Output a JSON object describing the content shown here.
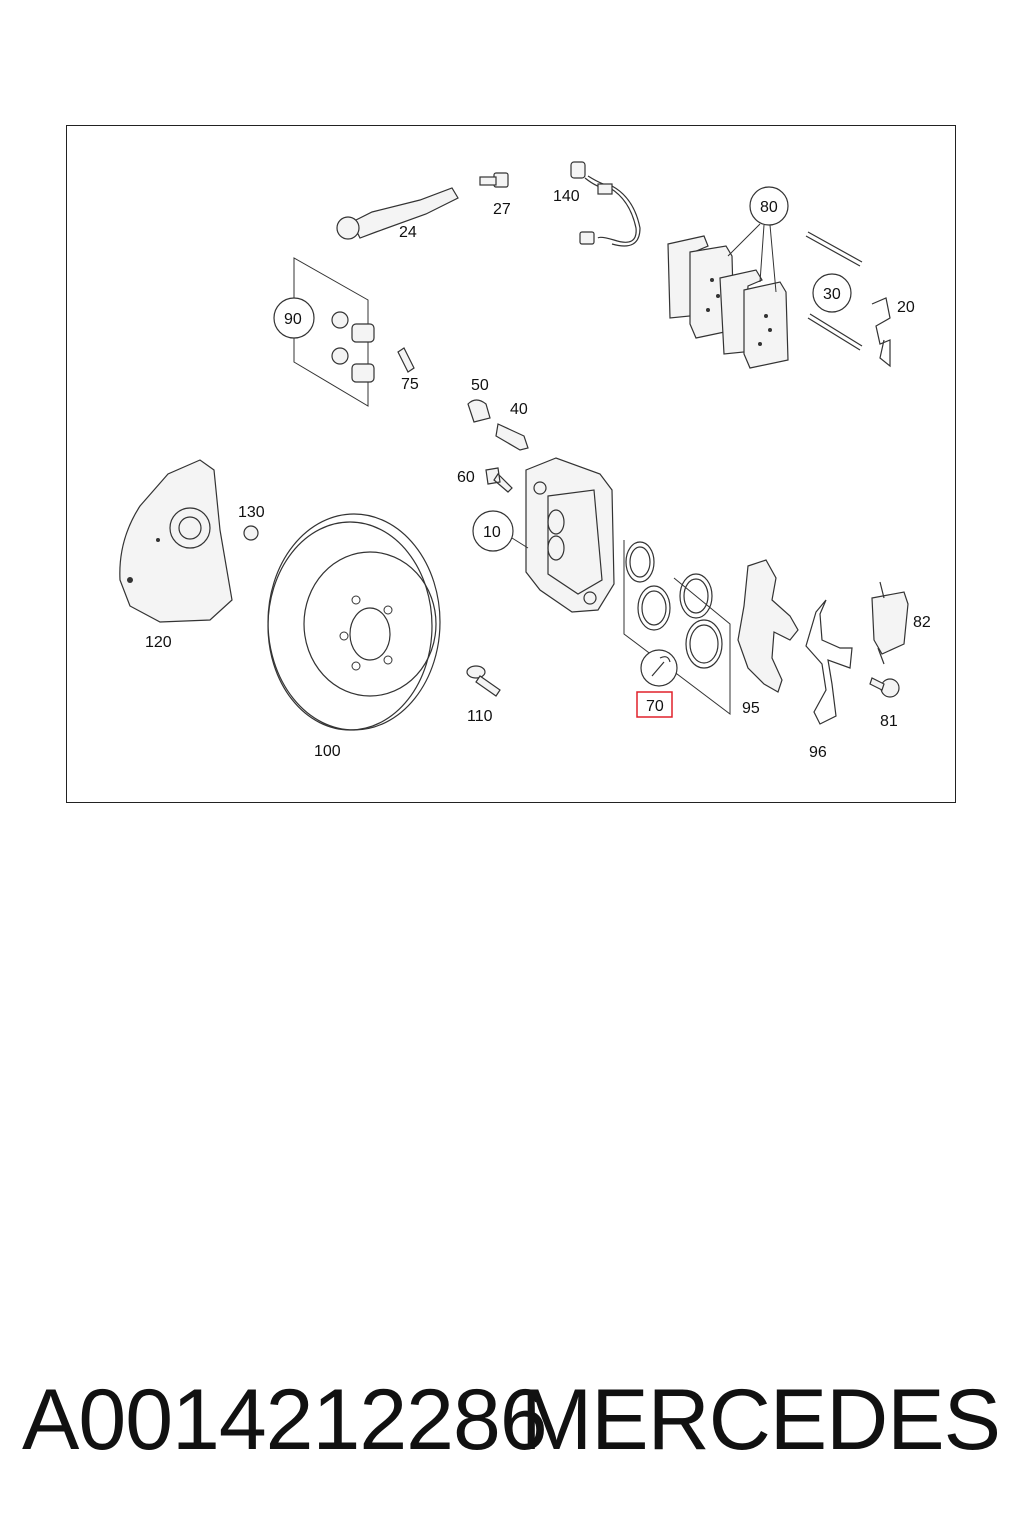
{
  "diagram": {
    "labels": {
      "l24": "24",
      "l27": "27",
      "l140": "140",
      "l80": "80",
      "l90": "90",
      "l30": "30",
      "l20": "20",
      "l75": "75",
      "l50": "50",
      "l40": "40",
      "l60": "60",
      "l130": "130",
      "l10": "10",
      "l120": "120",
      "l82": "82",
      "l110": "110",
      "l70": "70",
      "l95": "95",
      "l81": "81",
      "l100": "100",
      "l96": "96"
    },
    "highlight_color": "#e0202a"
  },
  "footer": {
    "part_number": "A0014212286",
    "brand": "MERCEDES"
  }
}
